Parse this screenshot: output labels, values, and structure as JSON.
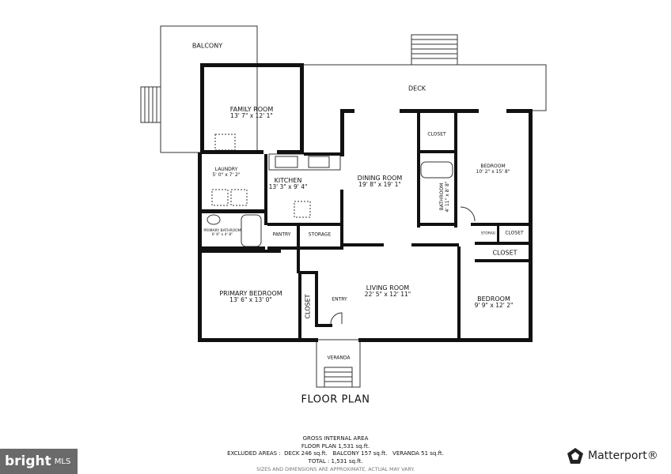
{
  "title": "FLOOR PLAN",
  "rooms": {
    "balcony": {
      "name": "BALCONY"
    },
    "deck": {
      "name": "DECK"
    },
    "family_room": {
      "name": "FAMILY ROOM",
      "dims": "13' 7\" x 12' 1\""
    },
    "laundry": {
      "name": "LAUNDRY",
      "dims": "5' 0\" x 7' 2\""
    },
    "kitchen": {
      "name": "KITCHEN",
      "dims": "13' 3\" x 9' 4\""
    },
    "dining_room": {
      "name": "DINING ROOM",
      "dims": "19' 8\" x 19' 1\""
    },
    "closet_top": {
      "name": "CLOSET"
    },
    "bedroom_1": {
      "name": "BEDROOM",
      "dims": "10' 2\" x 15' 8\""
    },
    "bathroom": {
      "name": "BATHROOM",
      "dims": "4' 11\" x 8' 8\""
    },
    "primary_bathroom": {
      "name": "PRIMARY BATHROOM",
      "dims": "6' 6\" x 4' 8\""
    },
    "pantry": {
      "name": "PANTRY"
    },
    "storage": {
      "name": "STORAGE"
    },
    "storage_small": {
      "name": "STORAG"
    },
    "closet_mid": {
      "name": "CLOSET"
    },
    "closet_low": {
      "name": "CLOSET"
    },
    "primary_bedroom": {
      "name": "PRIMARY BEDROOM",
      "dims": "13' 6\" x 13' 0\""
    },
    "closet_primary": {
      "name": "CLOSET"
    },
    "entry": {
      "name": "ENTRY"
    },
    "living_room": {
      "name": "LIVING ROOM",
      "dims": "22' 5\" x 12' 11\""
    },
    "bedroom_2": {
      "name": "BEDROOM",
      "dims": "9' 9\" x 12' 2\""
    },
    "veranda": {
      "name": "VERANDA"
    }
  },
  "area": {
    "line1": "GROSS INTERNAL AREA",
    "line2": "FLOOR PLAN 1,531 sq.ft.",
    "line3": "EXCLUDED AREAS :  DECK 246 sq.ft.   BALCONY 157 sq.ft.   VERANDA 51 sq.ft.",
    "line4": "TOTAL :  1,531 sq.ft.",
    "note": "SIZES AND DIMENSIONS ARE APPROXIMATE, ACTUAL MAY VARY."
  },
  "logos": {
    "bright": "bright",
    "mls": "MLS",
    "matterport": "Matterport®"
  }
}
